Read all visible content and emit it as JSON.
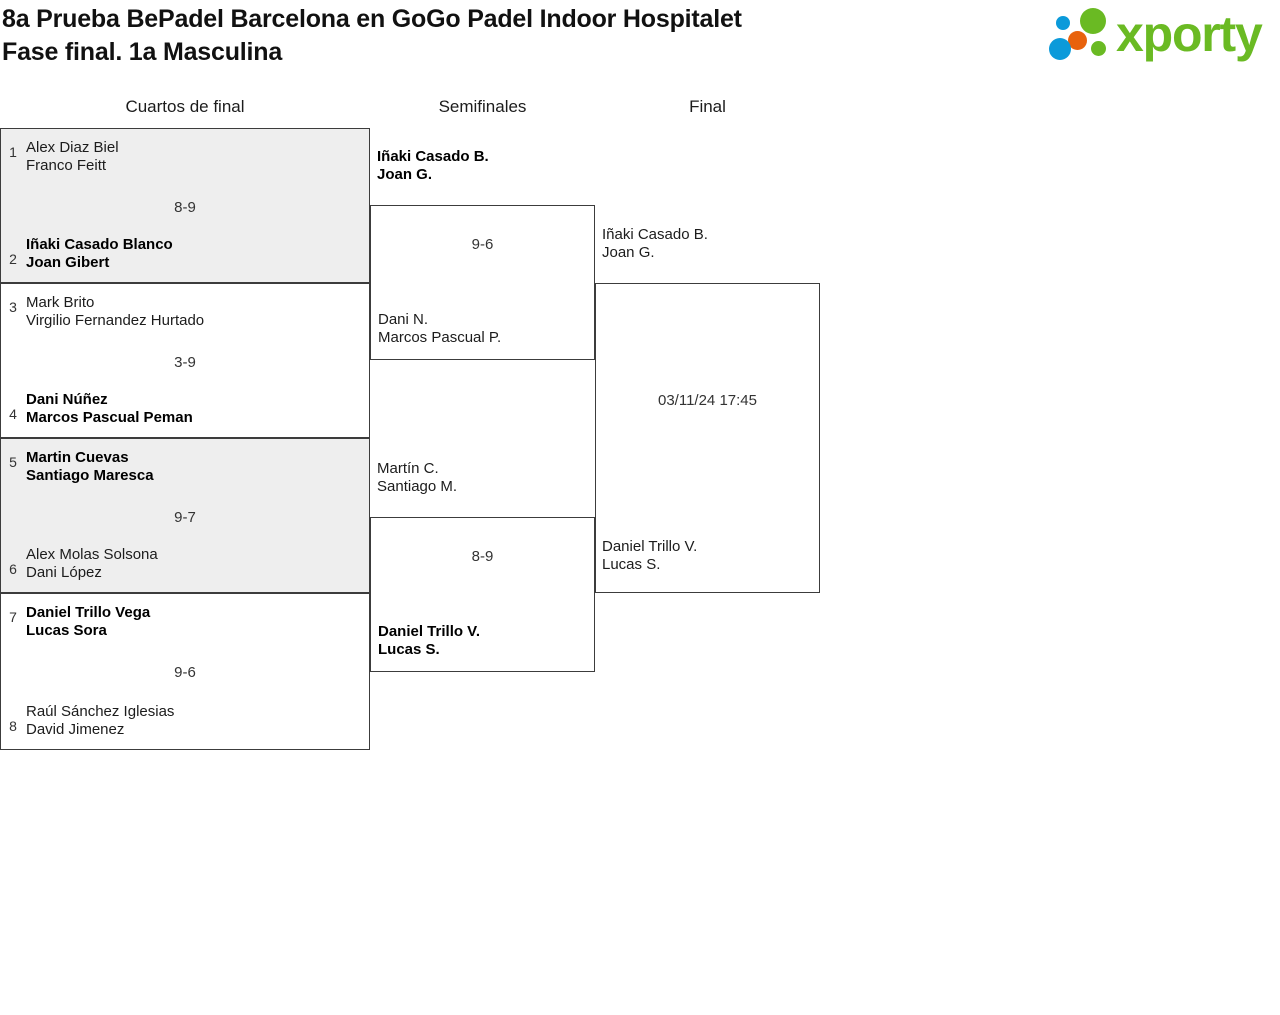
{
  "header": {
    "title": "8a Prueba BePadel Barcelona en GoGo Padel Indoor Hospitalet\nFase final. 1a Masculina",
    "logo": {
      "wordmark": "xporty",
      "colors": {
        "green": "#6aba23",
        "blue": "#0b9ada",
        "orange": "#e8620c"
      }
    }
  },
  "rounds": [
    {
      "label": "Cuartos de final"
    },
    {
      "label": "Semifinales"
    },
    {
      "label": "Final"
    }
  ],
  "bracket": {
    "quarterfinals": [
      {
        "seed_top": "1",
        "team_top": "Alex Diaz Biel\nFranco Feitt",
        "top_winner": false,
        "seed_bottom": "2",
        "team_bottom": "Iñaki Casado Blanco\nJoan Gibert",
        "bottom_winner": true,
        "score": "8-9",
        "shaded": true
      },
      {
        "seed_top": "3",
        "team_top": "Mark Brito\nVirgilio Fernandez Hurtado",
        "top_winner": false,
        "seed_bottom": "4",
        "team_bottom": "Dani Núñez\nMarcos Pascual Peman",
        "bottom_winner": true,
        "score": "3-9",
        "shaded": false
      },
      {
        "seed_top": "5",
        "team_top": "Martin Cuevas\nSantiago Maresca",
        "top_winner": true,
        "seed_bottom": "6",
        "team_bottom": "Alex Molas Solsona\nDani López",
        "bottom_winner": false,
        "score": "9-7",
        "shaded": true
      },
      {
        "seed_top": "7",
        "team_top": "Daniel Trillo Vega\nLucas Sora",
        "top_winner": true,
        "seed_bottom": "8",
        "team_bottom": "Raúl Sánchez Iglesias\nDavid Jimenez",
        "bottom_winner": false,
        "score": "9-6",
        "shaded": false
      }
    ],
    "semifinals": [
      {
        "team_top": "Iñaki Casado B.\nJoan G.",
        "top_winner": true,
        "team_bottom": "Dani N.\nMarcos Pascual P.",
        "bottom_winner": false,
        "score": "9-6"
      },
      {
        "team_top": "Martín C.\nSantiago M.",
        "top_winner": false,
        "team_bottom": "Daniel Trillo V.\nLucas S.",
        "bottom_winner": true,
        "score": "8-9"
      }
    ],
    "final": [
      {
        "team_top": "Iñaki Casado B.\nJoan G.",
        "top_winner": false,
        "team_bottom": "Daniel Trillo V.\nLucas S.",
        "bottom_winner": false,
        "score": "03/11/24 17:45"
      }
    ]
  }
}
